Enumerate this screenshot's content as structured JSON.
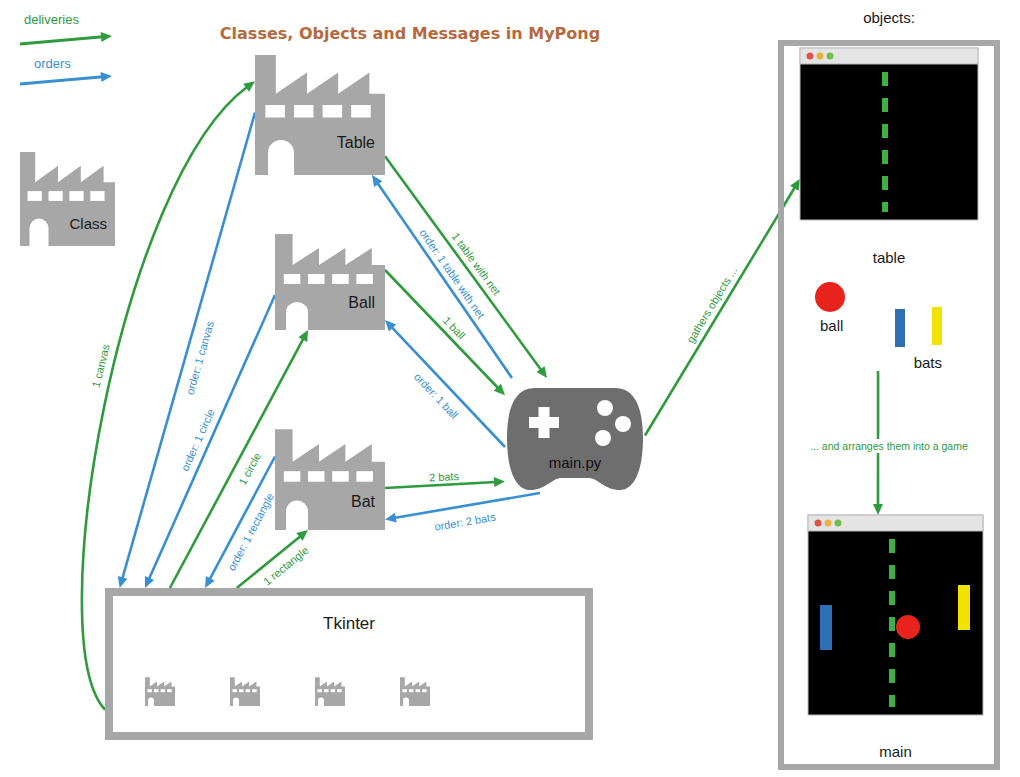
{
  "diagram": {
    "title": "Classes, Objects and Messages in MyPong",
    "nodes": [
      {
        "text": [
          "Table"
        ]
      },
      {
        "text": [
          "Ball"
        ]
      },
      {
        "text": [
          "Bat"
        ]
      },
      {
        "text": [
          "main.py"
        ]
      },
      {
        "text": [
          "Tkinter"
        ]
      },
      {
        "text": [
          "objects:"
        ]
      },
      {
        "text": [
          "table"
        ],
        "in": 5
      },
      {
        "text": [
          "ball"
        ],
        "in": 5
      },
      {
        "text": [
          "bats"
        ],
        "in": 5
      },
      {
        "text": [
          "main"
        ],
        "in": 5
      }
    ],
    "edges": [
      {
        "from": 4,
        "to": 0,
        "arrow": "to",
        "label": "1 canvas"
      },
      {
        "from": 0,
        "to": 4,
        "arrow": "to",
        "label": "order: 1 canvas"
      },
      {
        "from": 1,
        "to": 4,
        "arrow": "to",
        "label": "order: 1 circle"
      },
      {
        "from": 4,
        "to": 1,
        "arrow": "to",
        "label": "1 circle"
      },
      {
        "from": 2,
        "to": 4,
        "arrow": "to",
        "label": "order: 1 rectangle"
      },
      {
        "from": 4,
        "to": 2,
        "arrow": "to",
        "label": "1 rectangle"
      },
      {
        "from": 3,
        "to": 0,
        "arrow": "to",
        "label": "order: 1 table with net"
      },
      {
        "from": 0,
        "to": 3,
        "arrow": "to",
        "label": "1 table with net"
      },
      {
        "from": 3,
        "to": 1,
        "arrow": "to",
        "label": "order: 1 ball"
      },
      {
        "from": 1,
        "to": 3,
        "arrow": "to",
        "label": "1 ball"
      },
      {
        "from": 2,
        "to": 3,
        "arrow": "to",
        "label": "2 bats"
      },
      {
        "from": 3,
        "to": 2,
        "arrow": "to",
        "label": "order: 2 bats"
      },
      {
        "from": 3,
        "to": 6,
        "arrow": "to",
        "label": "gathers objects ..."
      },
      {
        "from": 8,
        "to": 9,
        "arrow": "to",
        "label": "... and arranges them into a game"
      }
    ],
    "legend": [
      {
        "text": "deliveries"
      },
      {
        "text": "orders"
      },
      {
        "text": "Class"
      }
    ]
  }
}
